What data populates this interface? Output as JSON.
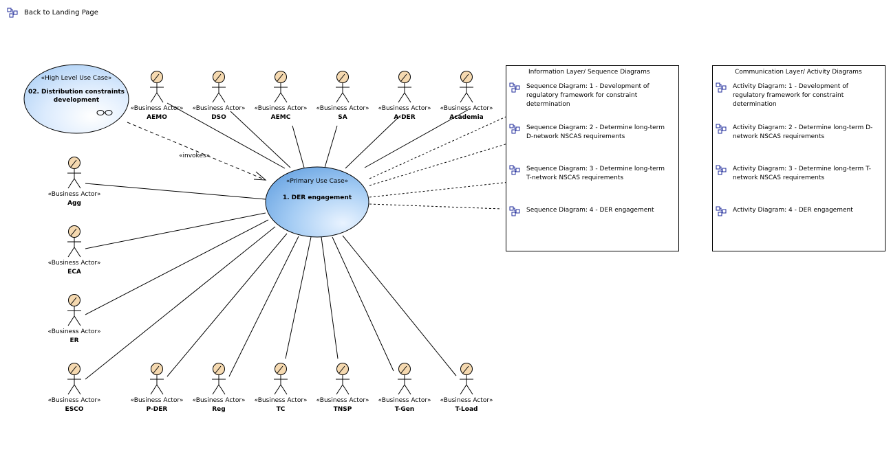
{
  "back_link": "Back to Landing Page",
  "invokes_label": "«invokes»",
  "high_level_use_case": {
    "stereotype": "«High Level Use Case»",
    "name_line1": "02. Distribution constraints",
    "name_line2": "development"
  },
  "primary_use_case": {
    "stereotype": "«Primary Use Case»",
    "name": "1. DER engagement"
  },
  "actor_stereotype": "«Business Actor»",
  "actors": [
    "AEMO",
    "DSO",
    "AEMC",
    "SA",
    "A-DER",
    "Academia",
    "Agg",
    "ECA",
    "ER",
    "ESCO",
    "P-DER",
    "Reg",
    "TC",
    "TNSP",
    "T-Gen",
    "T-Load"
  ],
  "information_layer": {
    "title": "Information Layer/ Sequence Diagrams",
    "items": [
      "Sequence Diagram: 1 - Development of regulatory framework for constraint determination",
      "Sequence Diagram: 2 - Determine long-term D-network NSCAS requirements",
      "Sequence Diagram: 3 - Determine long-term T-network NSCAS requirements",
      "Sequence Diagram: 4 - DER engagement"
    ]
  },
  "communication_layer": {
    "title": "Communication Layer/ Activity Diagrams",
    "items": [
      "Activity Diagram: 1 - Development of regulatory framework for constraint determination",
      "Activity Diagram: 2 - Determine long-term D-network NSCAS requirements",
      "Activity Diagram: 3 - Determine long-term T-network NSCAS requirements",
      "Activity Diagram: 4 - DER engagement"
    ]
  },
  "colors": {
    "actor_head": "#f5d9b0",
    "usecase_light": "#e3efff",
    "usecase_mid": "#a9cef5",
    "usecase_primary": "#7fb5ec",
    "icon_blue": "#1e2a9a"
  }
}
